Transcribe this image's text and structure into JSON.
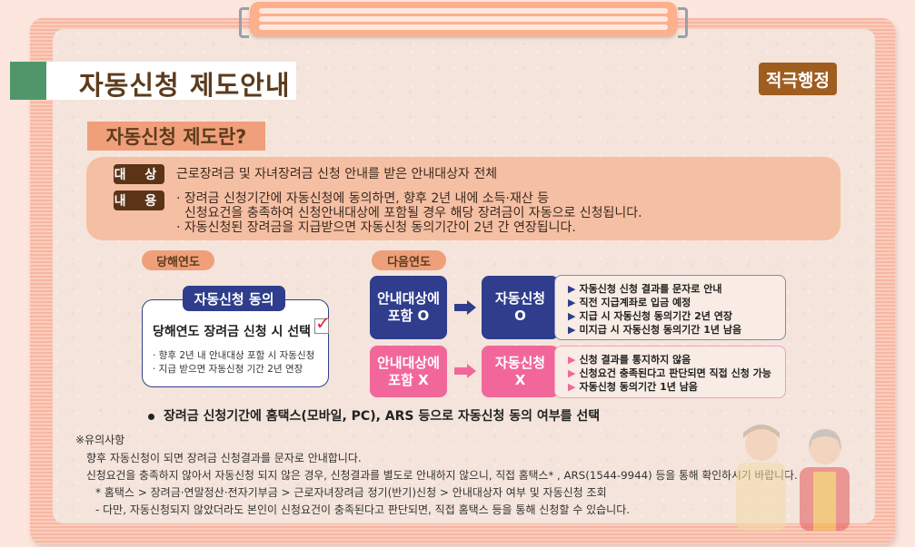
{
  "header": {
    "title": "자동신청 제도안내",
    "badge": "적극행정",
    "subtitle": "자동신청 제도란?"
  },
  "info": {
    "target_label": "대 상",
    "target_text": "근로장려금 및 자녀장려금 신청 안내를 받은 안내대상자 전체",
    "content_label": "내 용",
    "content_lines": [
      "· 장려금 신청기간에 자동신청에 동의하면, 향후 2년 내에 소득·재산 등",
      "  신청요건을 충족하여 신청안내대상에 포함될 경우 해당 장려금이 자동으로 신청됩니다.",
      "· 자동신청된 장려금을 지급받으면 자동신청 동의기간이 2년 간 연장됩니다."
    ]
  },
  "current_year": {
    "tag": "당해연도",
    "consent_title": "자동신청 동의",
    "consent_main": "당해연도 장려금 신청 시 선택",
    "check_mark": "✓",
    "notes": [
      "· 향후 2년 내 안내대상 포함 시 자동신청",
      "· 지급 받으면 자동신청 기간 2년 연장"
    ]
  },
  "next_year": {
    "tag": "다음연도",
    "included": {
      "condition": [
        "안내대상에",
        "포함 O"
      ],
      "result": [
        "자동신청",
        "O"
      ],
      "items": [
        "자동신청 신청 결과를 문자로 안내",
        "직전 지급계좌로 입금 예정",
        "지급 시 자동신청 동의기간 2년 연장",
        "미지급 시 자동신청 동의기간 1년 남음"
      ]
    },
    "excluded": {
      "condition": [
        "안내대상에",
        "포함 X"
      ],
      "result": [
        "자동신청",
        "X"
      ],
      "items": [
        "신청 결과를 통지하지 않음",
        "신청요건 충족된다고 판단되면 직접 신청 가능",
        "자동신청 동의기간 1년 남음"
      ]
    }
  },
  "bullet": "장려금 신청기간에 홈택스(모바일, PC), ARS 등으로 자동신청 동의 여부를 선택",
  "notes": {
    "heading": "※유의사항",
    "lines": [
      "향후 자동신청이 되면 장려금 신청결과를 문자로 안내합니다.",
      "신청요건을 충족하지 않아서 자동신청 되지 않은 경우, 신청결과를 별도로 안내하지 않으니, 직접 홈택스* , ARS(1544-9944) 등을 통해 확인하시기 바랍니다.",
      "* 홈택스 > 장려금·연말정산·전자기부금 > 근로자녀장려금 정기(반기)신청 > 안내대상자 여부 및 자동신청 조회",
      "- 다만, 자동신청되지 않았더라도 본인이 신청요건이 충족된다고 판단되면, 직접 홈택스 등을 통해 신청할 수 있습니다."
    ]
  },
  "colors": {
    "navy": "#2f3d8c",
    "pink": "#f2679a",
    "brown": "#5b3418",
    "orange": "#ef9f7a",
    "green": "#4f976a"
  }
}
